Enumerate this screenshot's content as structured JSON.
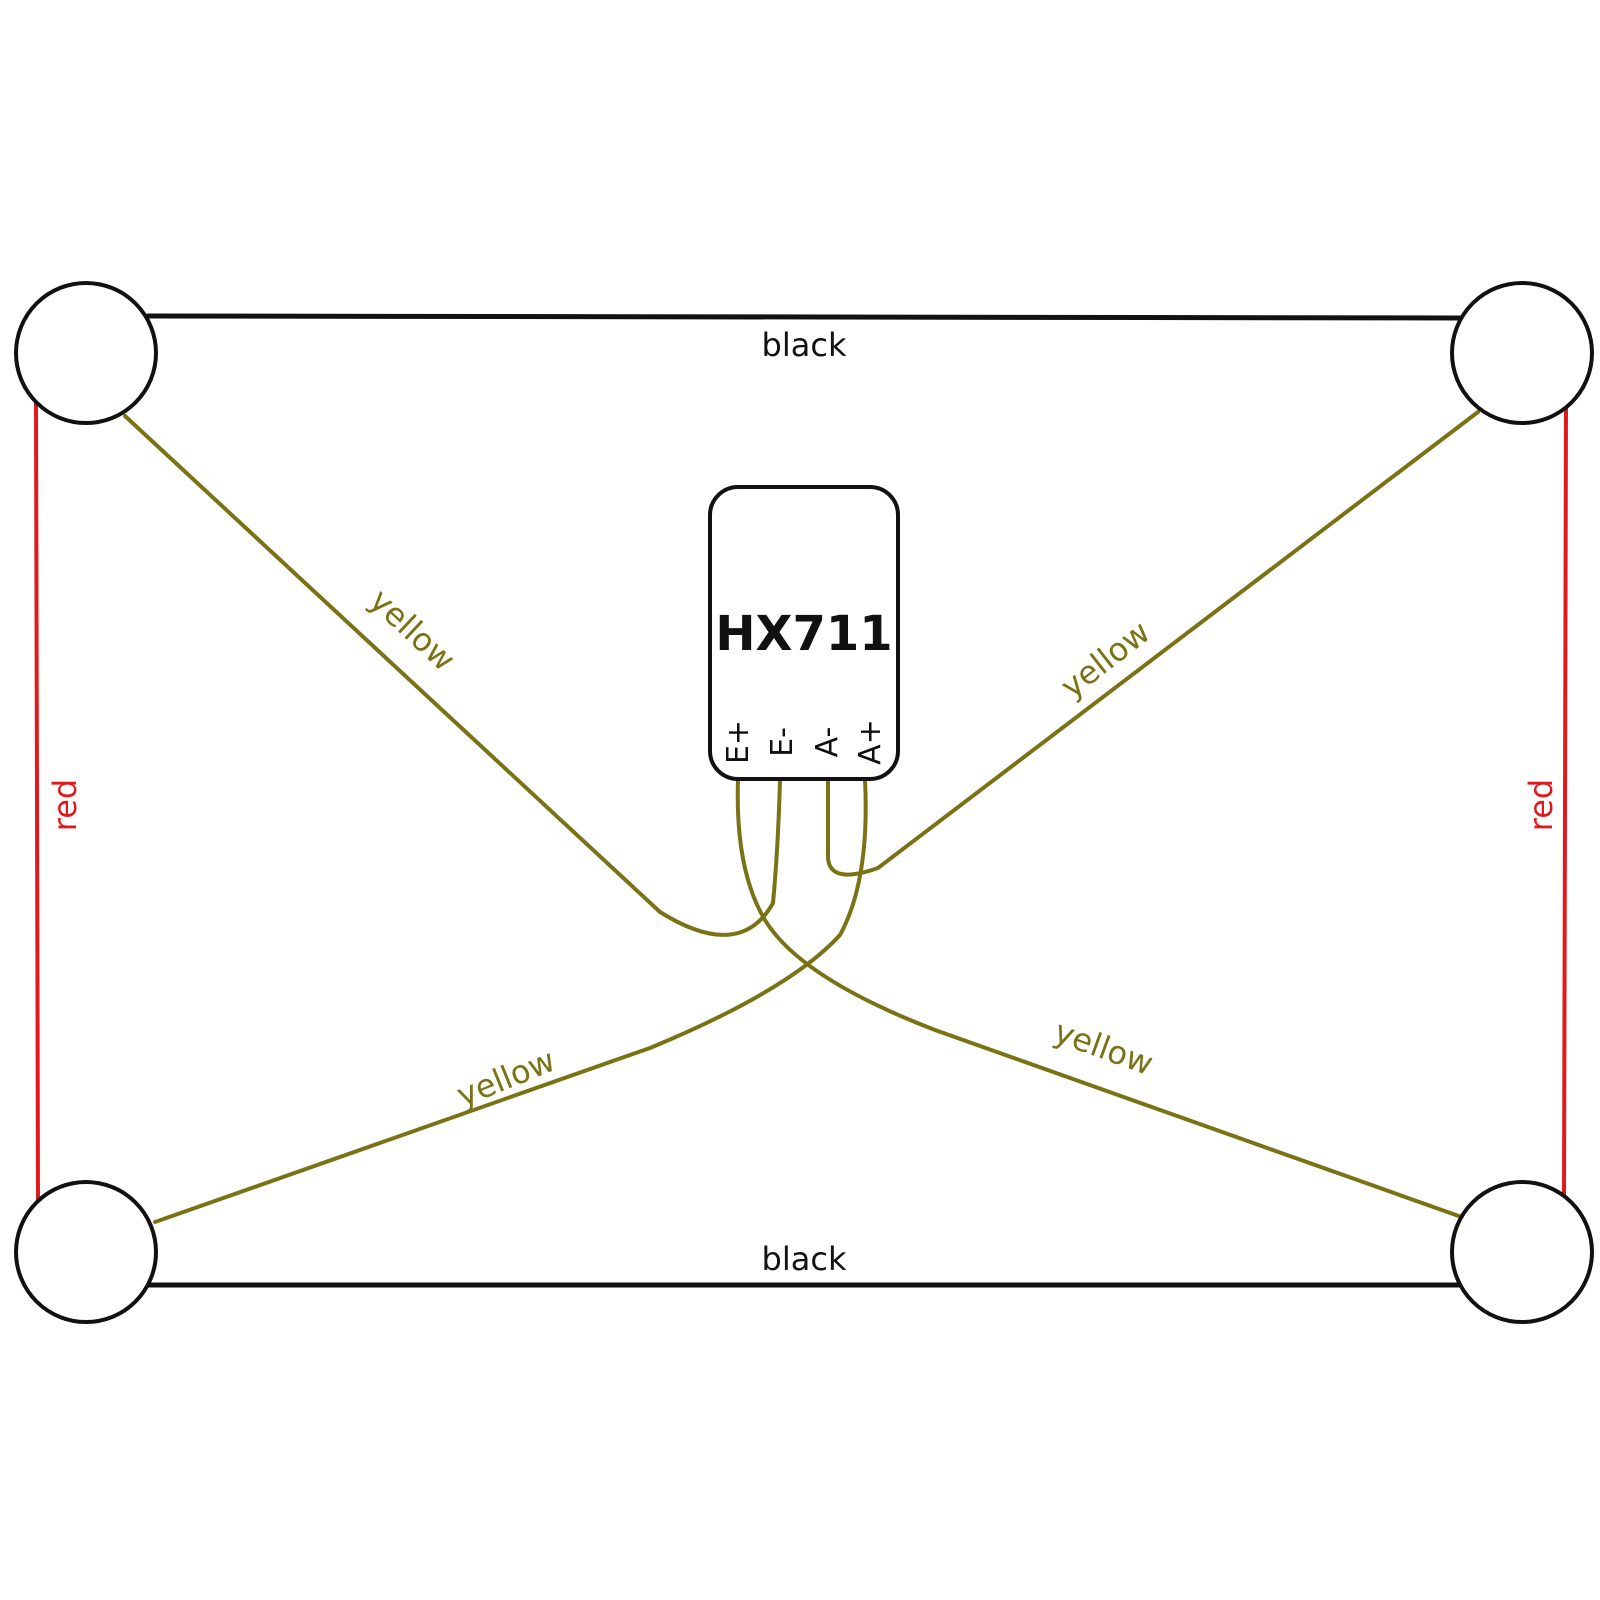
{
  "module": {
    "name": "HX711",
    "pins": [
      "E+",
      "E-",
      "A-",
      "A+"
    ]
  },
  "load_cells": [
    "top-left",
    "top-right",
    "bottom-left",
    "bottom-right"
  ],
  "wires": {
    "top": {
      "label": "black",
      "color": "#111111"
    },
    "bottom": {
      "label": "black",
      "color": "#111111"
    },
    "left": {
      "label": "red",
      "color": "#e0191c"
    },
    "right": {
      "label": "red",
      "color": "#e0191c"
    },
    "yellow_top_left": {
      "label": "yellow",
      "color": "#7a7214"
    },
    "yellow_top_right": {
      "label": "yellow",
      "color": "#7a7214"
    },
    "yellow_bottom_left": {
      "label": "yellow",
      "color": "#7a7214"
    },
    "yellow_bottom_right": {
      "label": "yellow",
      "color": "#7a7214"
    }
  }
}
